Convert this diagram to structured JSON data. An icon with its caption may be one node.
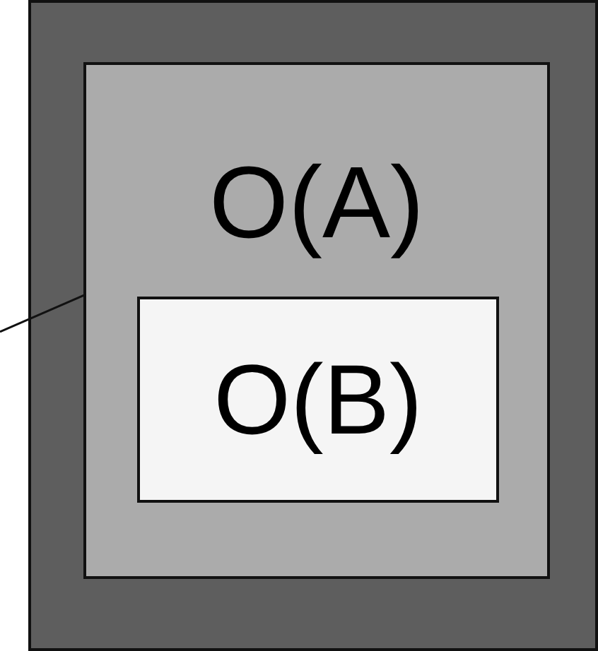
{
  "diagram": {
    "nodes": [
      {
        "text": [],
        "shape": "box"
      },
      {
        "text": [
          "O(A)"
        ],
        "in": 0
      },
      {
        "text": [
          "O(B)"
        ],
        "in": 1
      }
    ],
    "edges": [
      {
        "from": null,
        "to": 1,
        "arrow": "none"
      }
    ]
  }
}
